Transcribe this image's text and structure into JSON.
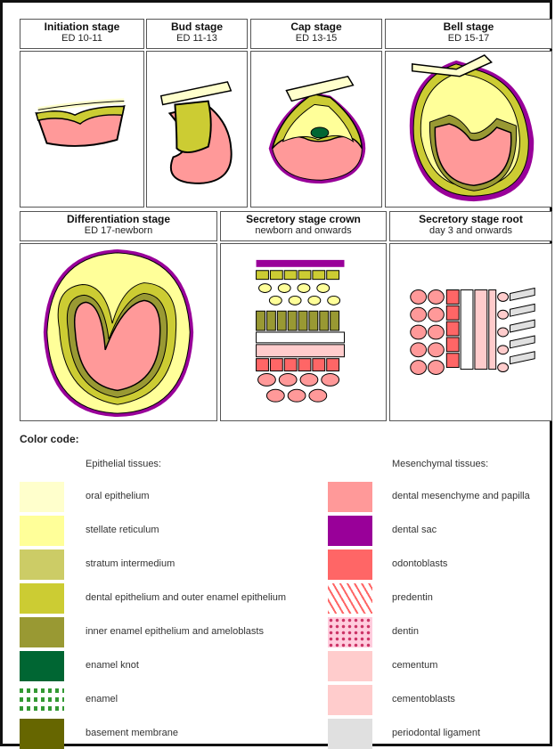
{
  "stages": [
    {
      "title": "Initiation stage",
      "sub": "ED 10-11"
    },
    {
      "title": "Bud stage",
      "sub": "ED 11-13"
    },
    {
      "title": "Cap stage",
      "sub": "ED 13-15"
    },
    {
      "title": "Bell stage",
      "sub": "ED 15-17"
    },
    {
      "title": "Differentiation stage",
      "sub": "ED 17-newborn"
    },
    {
      "title": "Secretory stage crown",
      "sub": "newborn and onwards"
    },
    {
      "title": "Secretory stage root",
      "sub": "day 3 and onwards"
    }
  ],
  "legend": {
    "title": "Color code:",
    "epithelial_header": "Epithelial tissues:",
    "mesenchymal_header": "Mesenchymal tissues:",
    "epithelial": [
      {
        "label": "oral epithelium",
        "color": "#ffffcc"
      },
      {
        "label": "stellate reticulum",
        "color": "#ffff99"
      },
      {
        "label": "stratum intermedium",
        "color": "#cccc66"
      },
      {
        "label": "dental epithelium and outer enamel epithelium",
        "color": "#cccc33"
      },
      {
        "label": "inner enamel epithelium and ameloblasts",
        "color": "#999933"
      },
      {
        "label": "enamel knot",
        "color": "#006633"
      },
      {
        "label": "enamel",
        "color": "pattern-dash-green"
      },
      {
        "label": "basement membrane",
        "color": "#666600"
      }
    ],
    "mesenchymal": [
      {
        "label": "dental mesenchyme and papilla",
        "color": "#ff9999"
      },
      {
        "label": "dental sac",
        "color": "#990099"
      },
      {
        "label": "odontoblasts",
        "color": "#ff6666"
      },
      {
        "label": "predentin",
        "color": "pattern-speckle-red"
      },
      {
        "label": "dentin",
        "color": "pattern-dots-pink"
      },
      {
        "label": "cementum",
        "color": "#ffcccc"
      },
      {
        "label": "cementoblasts",
        "color": "#ffcccc"
      },
      {
        "label": "periodontal ligament",
        "color": "#e0e0e0"
      }
    ]
  }
}
